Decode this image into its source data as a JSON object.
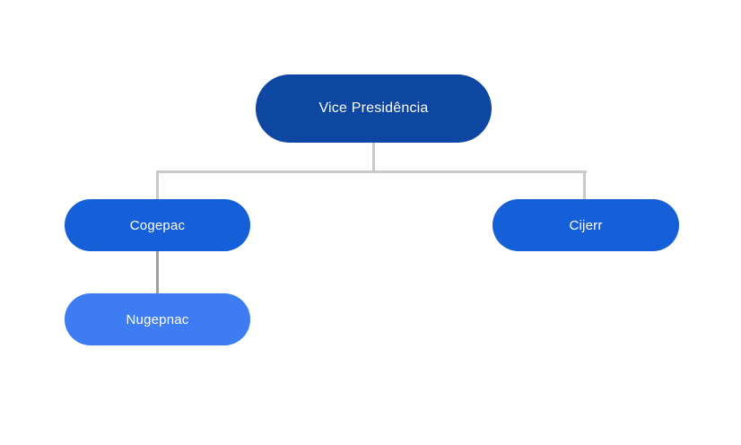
{
  "diagram": {
    "type": "org-chart",
    "background_color": "#ffffff",
    "connector_colors": {
      "tree_lines": "#c9c9c9",
      "sub_link_line": "#9e9e9e"
    },
    "nodes": {
      "root": {
        "label": "Vice Presidência",
        "fill_color": "#0d47a1",
        "text_color": "#ffffff",
        "level": 0
      },
      "cogepac": {
        "label": "Cogepac",
        "fill_color": "#1560d9",
        "text_color": "#ffffff",
        "level": 1,
        "parent": "Vice Presidência"
      },
      "cijerr": {
        "label": "Cijerr",
        "fill_color": "#1560d9",
        "text_color": "#ffffff",
        "level": 1,
        "parent": "Vice Presidência"
      },
      "nugepnac": {
        "label": "Nugepnac",
        "fill_color": "#3d7cf2",
        "text_color": "#ffffff",
        "level": 2,
        "parent": "Cogepac"
      }
    }
  }
}
